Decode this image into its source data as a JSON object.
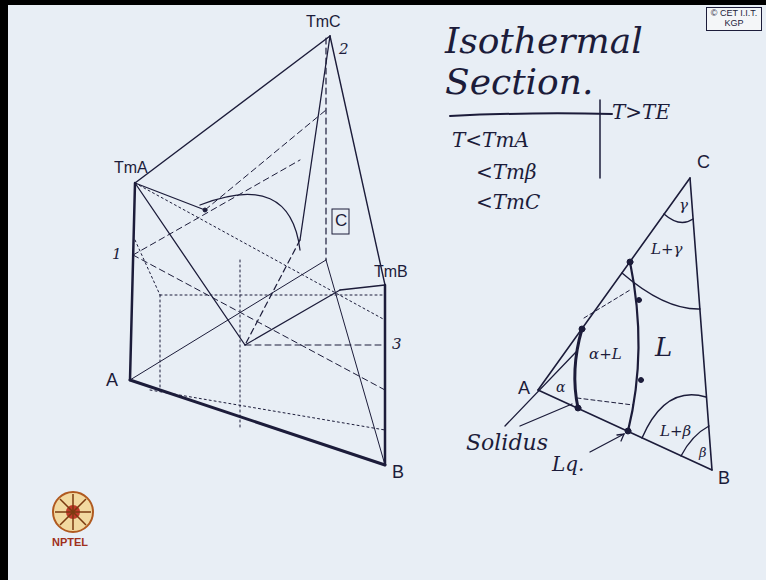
{
  "diagram": {
    "title": "Isothermal Section.",
    "labels": [
      "© CET I.I.T. KGP",
      "TmC",
      "2",
      "TmA",
      "1",
      "C",
      "TmB",
      "3",
      "A",
      "B",
      "T>TE",
      "T<TmA",
      "<Tmβ",
      "<TmC",
      "C",
      "γ",
      "L+γ",
      "L",
      "α",
      "α+L",
      "L+β",
      "β",
      "A",
      "B",
      "Solidus",
      "Lq.",
      "NPTEL"
    ]
  }
}
